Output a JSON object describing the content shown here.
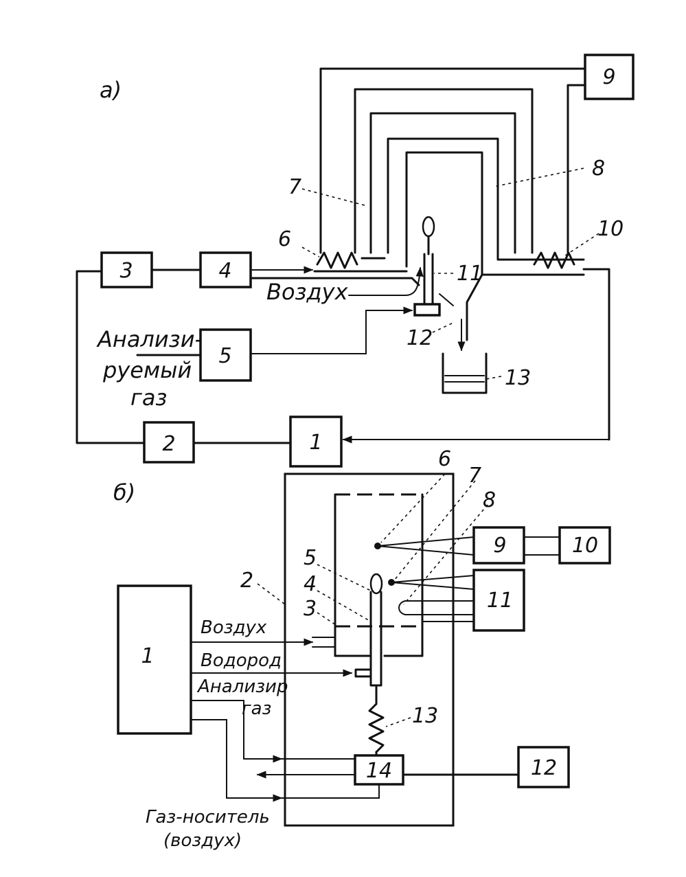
{
  "panel_a": {
    "label": "а)",
    "boxes": {
      "b1": "1",
      "b2": "2",
      "b3": "3",
      "b4": "4",
      "b5": "5",
      "b9": "9"
    },
    "callouts": {
      "c6": "6",
      "c7": "7",
      "c8": "8",
      "c10": "10",
      "c11": "11",
      "c12": "12",
      "c13": "13"
    },
    "text": {
      "air": "Воздух",
      "gas_line1": "Анализи-",
      "gas_line2": "руемый",
      "gas_line3": "газ"
    }
  },
  "panel_b": {
    "label": "б)",
    "boxes": {
      "b1": "1",
      "b9": "9",
      "b10": "10",
      "b11": "11",
      "b12": "12",
      "b14": "14"
    },
    "callouts": {
      "c2": "2",
      "c3": "3",
      "c4": "4",
      "c5": "5",
      "c6": "6",
      "c7": "7",
      "c8": "8",
      "c13": "13"
    },
    "text": {
      "air": "Воздух",
      "hydrogen": "Водород",
      "analyzed_line1": "Анализир",
      "analyzed_line2": "газ",
      "carrier_line1": "Газ-носитель",
      "carrier_line2": "(воздух)"
    }
  }
}
